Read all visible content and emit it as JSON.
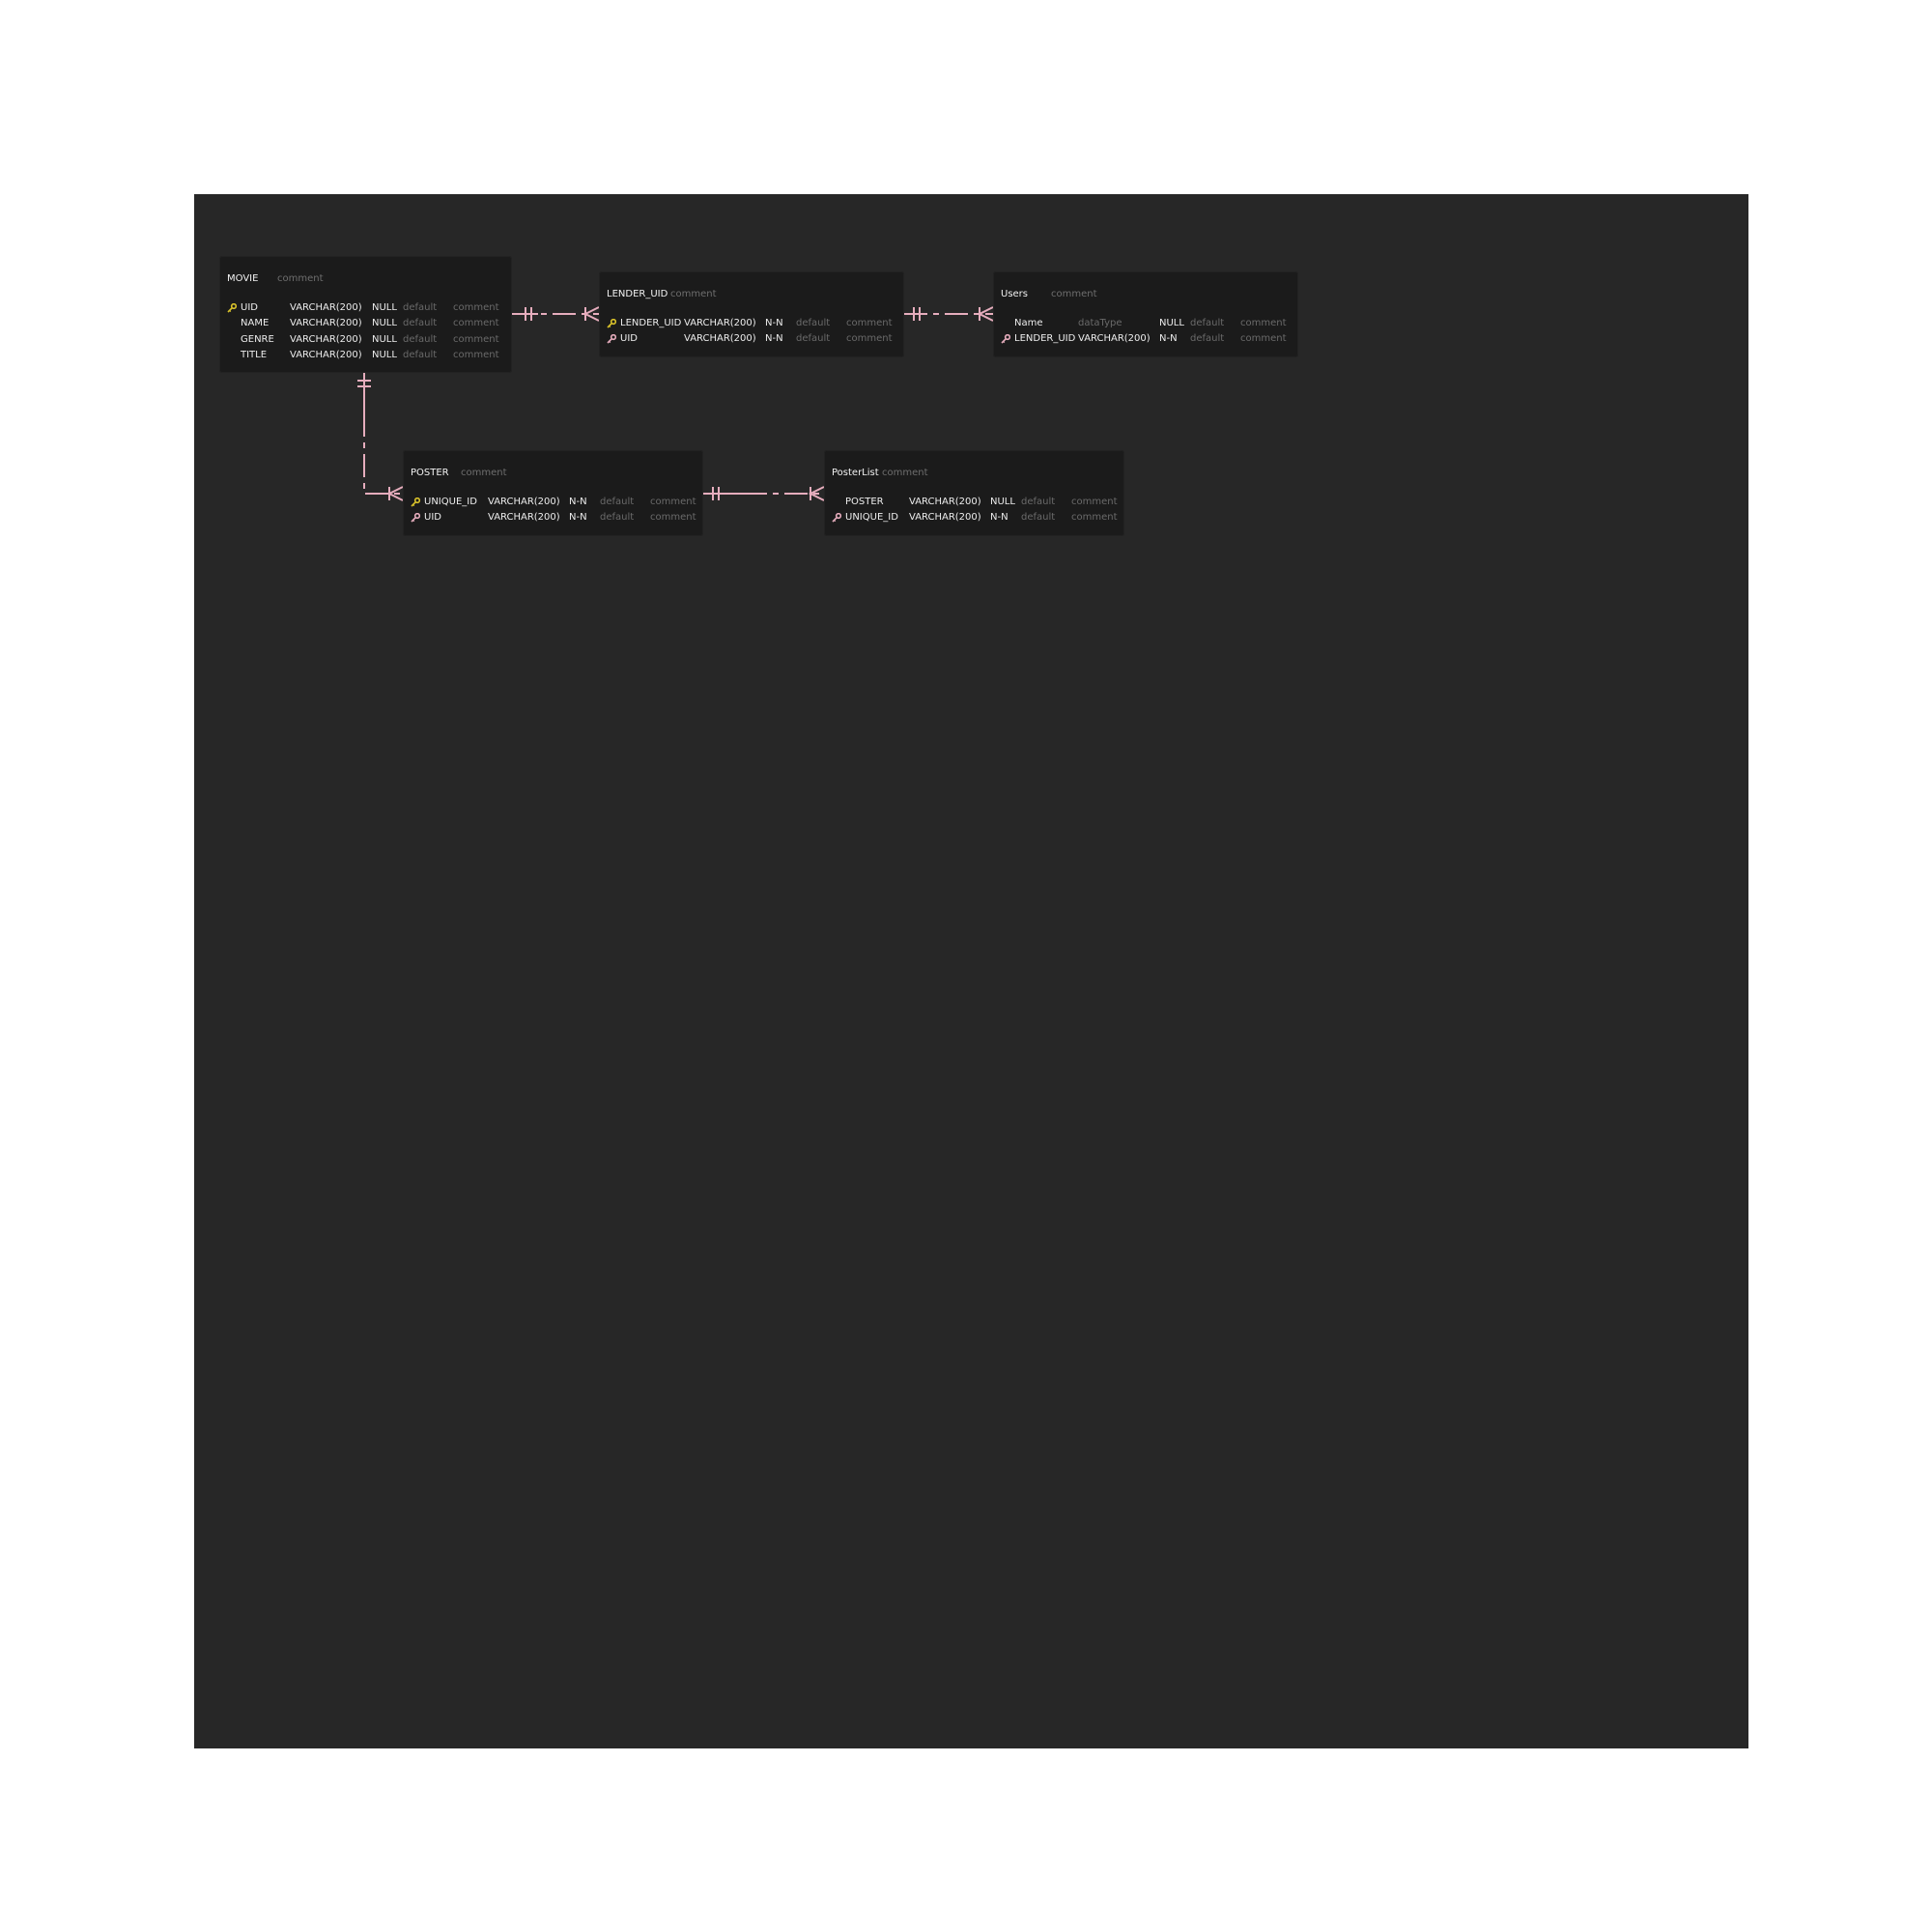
{
  "colors": {
    "background": "#272727",
    "table": "#1b1b1b",
    "relation": "#e6adbd",
    "primary_key": "#d9c22a",
    "foreign_key": "#e6adbd",
    "text": "#ededed",
    "muted_text": "#6a6a6a"
  },
  "tables": {
    "movie": {
      "name": "MOVIE",
      "comment": "comment",
      "columns": [
        {
          "key": "pk",
          "name": "UID",
          "type": "VARCHAR(200)",
          "null": "NULL",
          "default": "default",
          "comment": "comment"
        },
        {
          "key": "",
          "name": "NAME",
          "type": "VARCHAR(200)",
          "null": "NULL",
          "default": "default",
          "comment": "comment"
        },
        {
          "key": "",
          "name": "GENRE",
          "type": "VARCHAR(200)",
          "null": "NULL",
          "default": "default",
          "comment": "comment"
        },
        {
          "key": "",
          "name": "TITLE",
          "type": "VARCHAR(200)",
          "null": "NULL",
          "default": "default",
          "comment": "comment"
        }
      ]
    },
    "lender_uid": {
      "name": "LENDER_UID",
      "comment": "comment",
      "columns": [
        {
          "key": "pk",
          "name": "LENDER_UID",
          "type": "VARCHAR(200)",
          "null": "N-N",
          "default": "default",
          "comment": "comment"
        },
        {
          "key": "fk",
          "name": "UID",
          "type": "VARCHAR(200)",
          "null": "N-N",
          "default": "default",
          "comment": "comment"
        }
      ]
    },
    "users": {
      "name": "Users",
      "comment": "comment",
      "columns": [
        {
          "key": "",
          "name": "Name",
          "type": "dataType",
          "null": "NULL",
          "default": "default",
          "comment": "comment"
        },
        {
          "key": "fk",
          "name": "LENDER_UID",
          "type": "VARCHAR(200)",
          "null": "N-N",
          "default": "default",
          "comment": "comment"
        }
      ]
    },
    "poster": {
      "name": "POSTER",
      "comment": "comment",
      "columns": [
        {
          "key": "pk",
          "name": "UNIQUE_ID",
          "type": "VARCHAR(200)",
          "null": "N-N",
          "default": "default",
          "comment": "comment"
        },
        {
          "key": "fk",
          "name": "UID",
          "type": "VARCHAR(200)",
          "null": "N-N",
          "default": "default",
          "comment": "comment"
        }
      ]
    },
    "posterlist": {
      "name": "PosterList",
      "comment": "comment",
      "columns": [
        {
          "key": "",
          "name": "POSTER",
          "type": "VARCHAR(200)",
          "null": "NULL",
          "default": "default",
          "comment": "comment"
        },
        {
          "key": "fk",
          "name": "UNIQUE_ID",
          "type": "VARCHAR(200)",
          "null": "N-N",
          "default": "default",
          "comment": "comment"
        }
      ]
    }
  }
}
